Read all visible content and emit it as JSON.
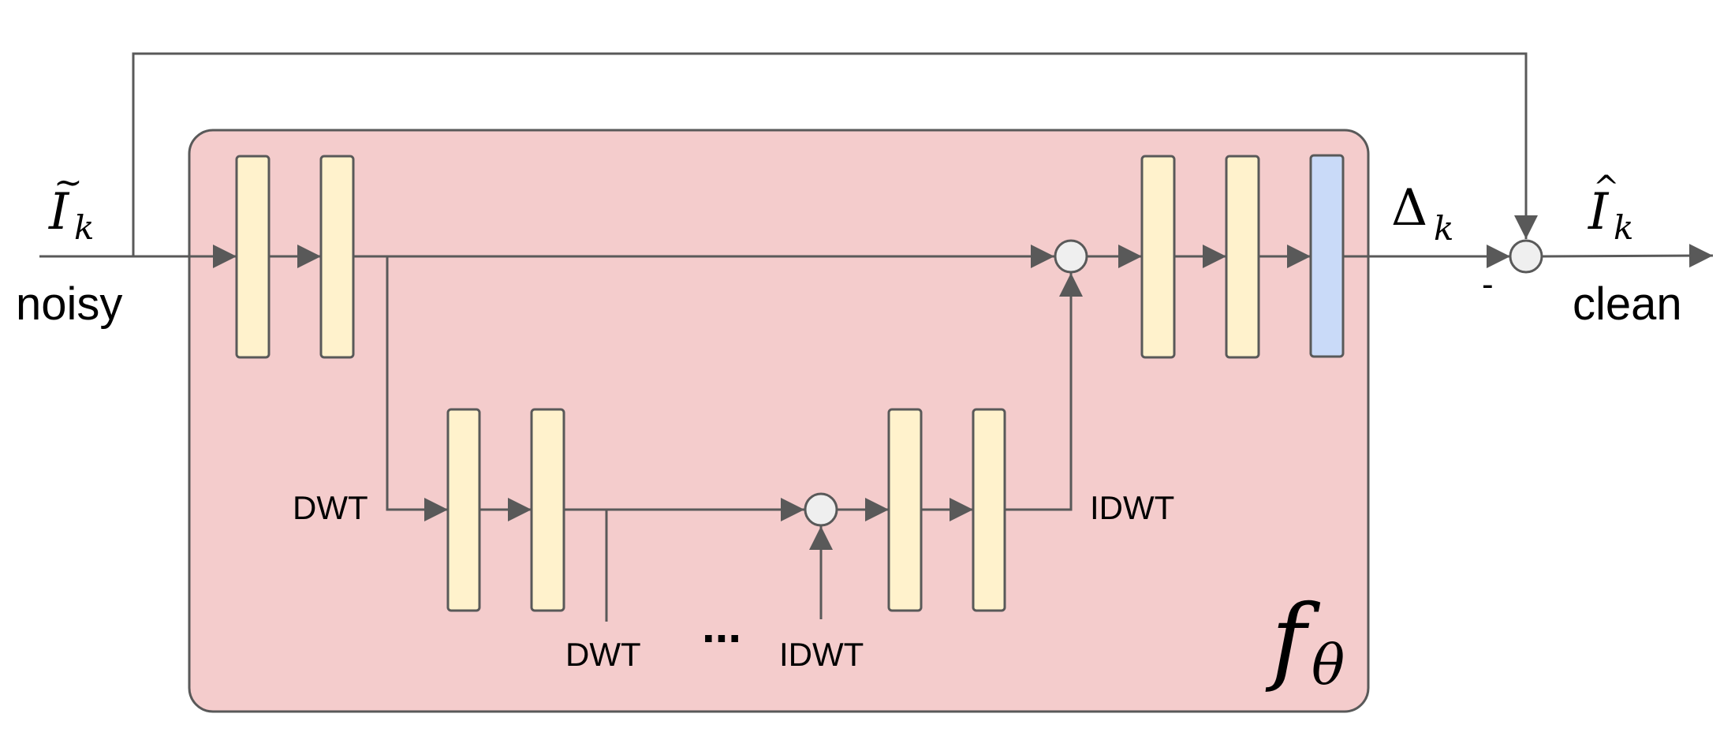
{
  "input": {
    "symbol_base": "I",
    "symbol_accent": "~",
    "symbol_sub": "k",
    "label": "noisy"
  },
  "output": {
    "symbol_base": "I",
    "symbol_accent": "^",
    "symbol_sub": "k",
    "label": "clean"
  },
  "residual": {
    "symbol_base": "Δ",
    "symbol_sub": "k",
    "minus": "-"
  },
  "network": {
    "symbol_base": "f",
    "symbol_sub": "θ"
  },
  "labels": {
    "dwt_left": "DWT",
    "idwt_right": "IDWT",
    "dwt_bottom": "DWT",
    "idwt_bottom": "IDWT",
    "ellipsis": "..."
  },
  "colors": {
    "network_fill": "#f4cccc",
    "conv_fill": "#fff2cc",
    "output_conv_fill": "#c9daf8",
    "line": "#595959",
    "node_fill": "#efefef"
  }
}
